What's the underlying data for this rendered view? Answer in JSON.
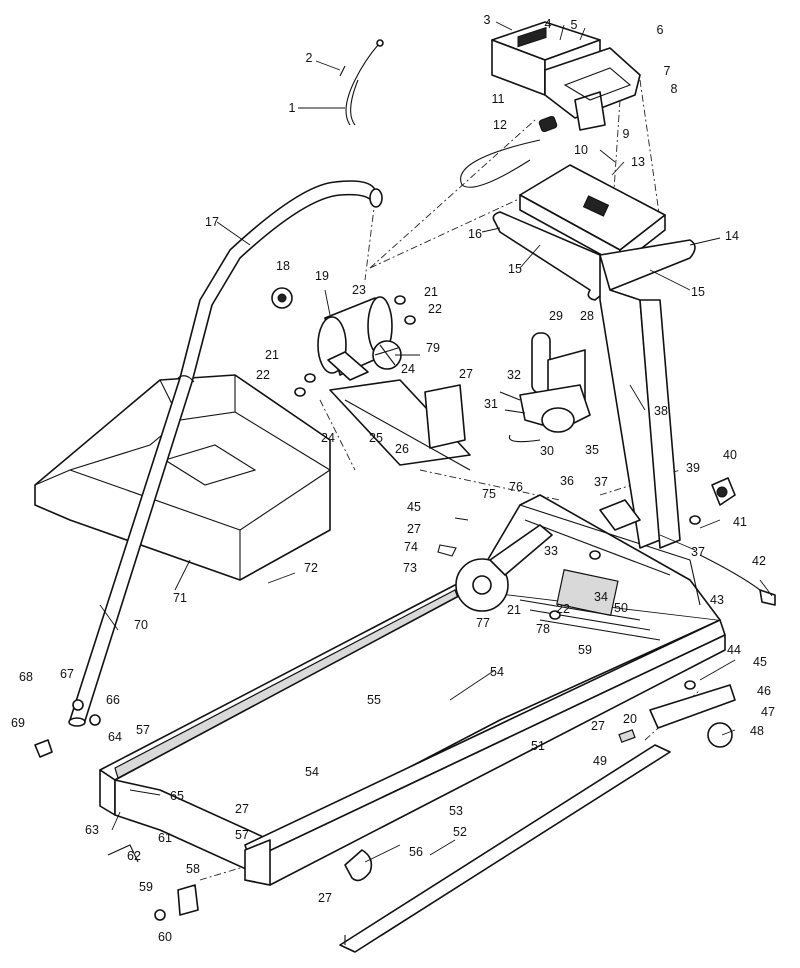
{
  "callouts": [
    {
      "id": "p1",
      "text": "1"
    },
    {
      "id": "p2",
      "text": "2"
    },
    {
      "id": "p3",
      "text": "3"
    },
    {
      "id": "p4",
      "text": "4"
    },
    {
      "id": "p5",
      "text": "5"
    },
    {
      "id": "p6",
      "text": "6"
    },
    {
      "id": "p7",
      "text": "7"
    },
    {
      "id": "p8",
      "text": "8"
    },
    {
      "id": "p9",
      "text": "9"
    },
    {
      "id": "p10",
      "text": "10"
    },
    {
      "id": "p11",
      "text": "11"
    },
    {
      "id": "p12",
      "text": "12"
    },
    {
      "id": "p13",
      "text": "13"
    },
    {
      "id": "p14",
      "text": "14"
    },
    {
      "id": "p15a",
      "text": "15"
    },
    {
      "id": "p15b",
      "text": "15"
    },
    {
      "id": "p16",
      "text": "16"
    },
    {
      "id": "p17",
      "text": "17"
    },
    {
      "id": "p18",
      "text": "18"
    },
    {
      "id": "p19",
      "text": "19"
    },
    {
      "id": "p20",
      "text": "20"
    },
    {
      "id": "p21a",
      "text": "21"
    },
    {
      "id": "p21b",
      "text": "21"
    },
    {
      "id": "p21c",
      "text": "21"
    },
    {
      "id": "p22a",
      "text": "22"
    },
    {
      "id": "p22b",
      "text": "22"
    },
    {
      "id": "p22c",
      "text": "22"
    },
    {
      "id": "p23",
      "text": "23"
    },
    {
      "id": "p24a",
      "text": "24"
    },
    {
      "id": "p24b",
      "text": "24"
    },
    {
      "id": "p25",
      "text": "25"
    },
    {
      "id": "p26",
      "text": "26"
    },
    {
      "id": "p27a",
      "text": "27"
    },
    {
      "id": "p27b",
      "text": "27"
    },
    {
      "id": "p27c",
      "text": "27"
    },
    {
      "id": "p27d",
      "text": "27"
    },
    {
      "id": "p27e",
      "text": "27"
    },
    {
      "id": "p28",
      "text": "28"
    },
    {
      "id": "p29",
      "text": "29"
    },
    {
      "id": "p30",
      "text": "30"
    },
    {
      "id": "p31",
      "text": "31"
    },
    {
      "id": "p32",
      "text": "32"
    },
    {
      "id": "p33",
      "text": "33"
    },
    {
      "id": "p34",
      "text": "34"
    },
    {
      "id": "p35",
      "text": "35"
    },
    {
      "id": "p36",
      "text": "36"
    },
    {
      "id": "p37a",
      "text": "37"
    },
    {
      "id": "p37b",
      "text": "37"
    },
    {
      "id": "p38",
      "text": "38"
    },
    {
      "id": "p39",
      "text": "39"
    },
    {
      "id": "p40",
      "text": "40"
    },
    {
      "id": "p41",
      "text": "41"
    },
    {
      "id": "p42",
      "text": "42"
    },
    {
      "id": "p43",
      "text": "43"
    },
    {
      "id": "p44",
      "text": "44"
    },
    {
      "id": "p45a",
      "text": "45"
    },
    {
      "id": "p45b",
      "text": "45"
    },
    {
      "id": "p46",
      "text": "46"
    },
    {
      "id": "p47",
      "text": "47"
    },
    {
      "id": "p48",
      "text": "48"
    },
    {
      "id": "p49",
      "text": "49"
    },
    {
      "id": "p50",
      "text": "50"
    },
    {
      "id": "p51",
      "text": "51"
    },
    {
      "id": "p52",
      "text": "52"
    },
    {
      "id": "p53",
      "text": "53"
    },
    {
      "id": "p54a",
      "text": "54"
    },
    {
      "id": "p54b",
      "text": "54"
    },
    {
      "id": "p55",
      "text": "55"
    },
    {
      "id": "p56",
      "text": "56"
    },
    {
      "id": "p57a",
      "text": "57"
    },
    {
      "id": "p57b",
      "text": "57"
    },
    {
      "id": "p58",
      "text": "58"
    },
    {
      "id": "p59a",
      "text": "59"
    },
    {
      "id": "p59b",
      "text": "59"
    },
    {
      "id": "p60",
      "text": "60"
    },
    {
      "id": "p61",
      "text": "61"
    },
    {
      "id": "p62",
      "text": "62"
    },
    {
      "id": "p63",
      "text": "63"
    },
    {
      "id": "p64",
      "text": "64"
    },
    {
      "id": "p65",
      "text": "65"
    },
    {
      "id": "p66",
      "text": "66"
    },
    {
      "id": "p67",
      "text": "67"
    },
    {
      "id": "p68",
      "text": "68"
    },
    {
      "id": "p69",
      "text": "69"
    },
    {
      "id": "p70",
      "text": "70"
    },
    {
      "id": "p71",
      "text": "71"
    },
    {
      "id": "p72",
      "text": "72"
    },
    {
      "id": "p73",
      "text": "73"
    },
    {
      "id": "p74",
      "text": "74"
    },
    {
      "id": "p75",
      "text": "75"
    },
    {
      "id": "p76",
      "text": "76"
    },
    {
      "id": "p77",
      "text": "77"
    },
    {
      "id": "p78",
      "text": "78"
    },
    {
      "id": "p79",
      "text": "79"
    }
  ]
}
